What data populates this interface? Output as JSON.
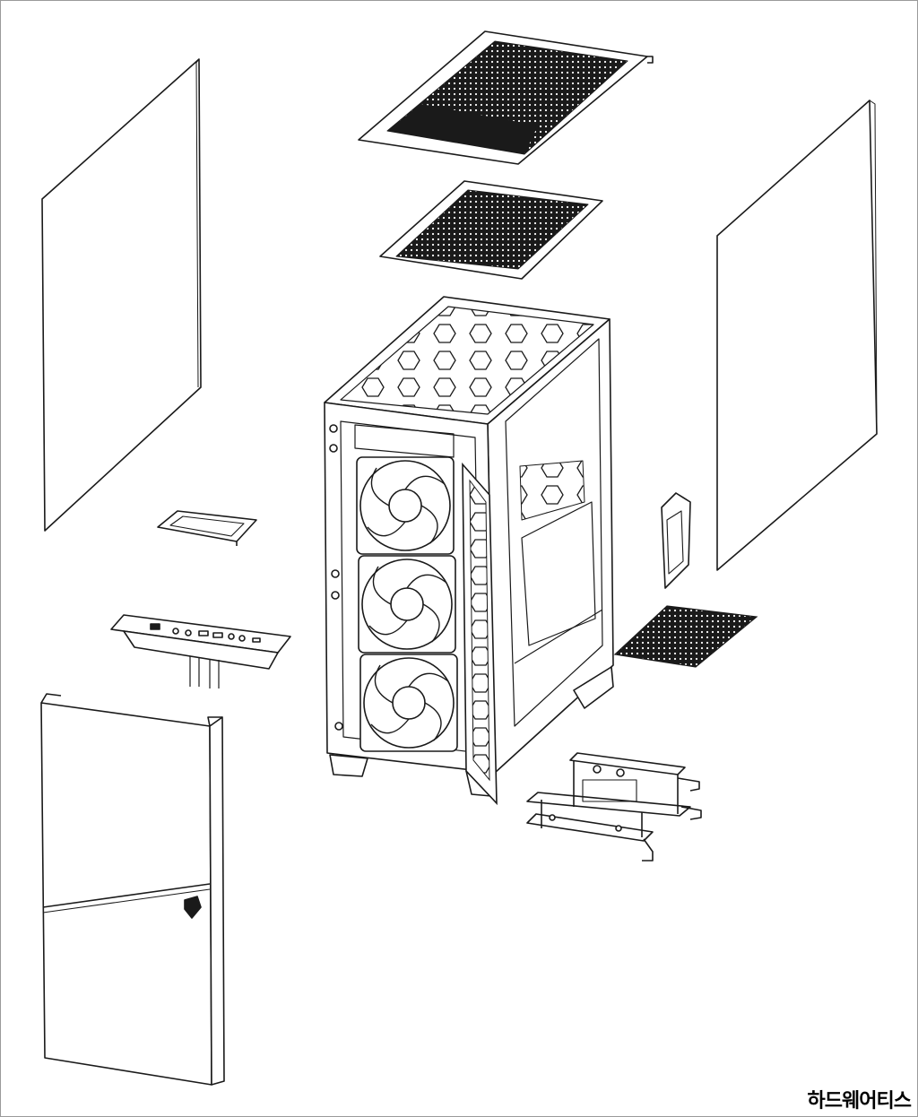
{
  "watermark": {
    "text": "하드웨어티스"
  },
  "colors": {
    "line": "#1a1a1a",
    "mesh": "#1a1a1a",
    "background": "#ffffff"
  },
  "parts": [
    "left-side-panel",
    "top-cover",
    "top-dust-filter",
    "right-side-panel",
    "chassis",
    "front-fan",
    "front-fan",
    "front-fan",
    "ssd-bracket",
    "front-io-panel",
    "front-panel",
    "cable-cover-bracket",
    "bottom-dust-filter",
    "hdd-cage"
  ]
}
